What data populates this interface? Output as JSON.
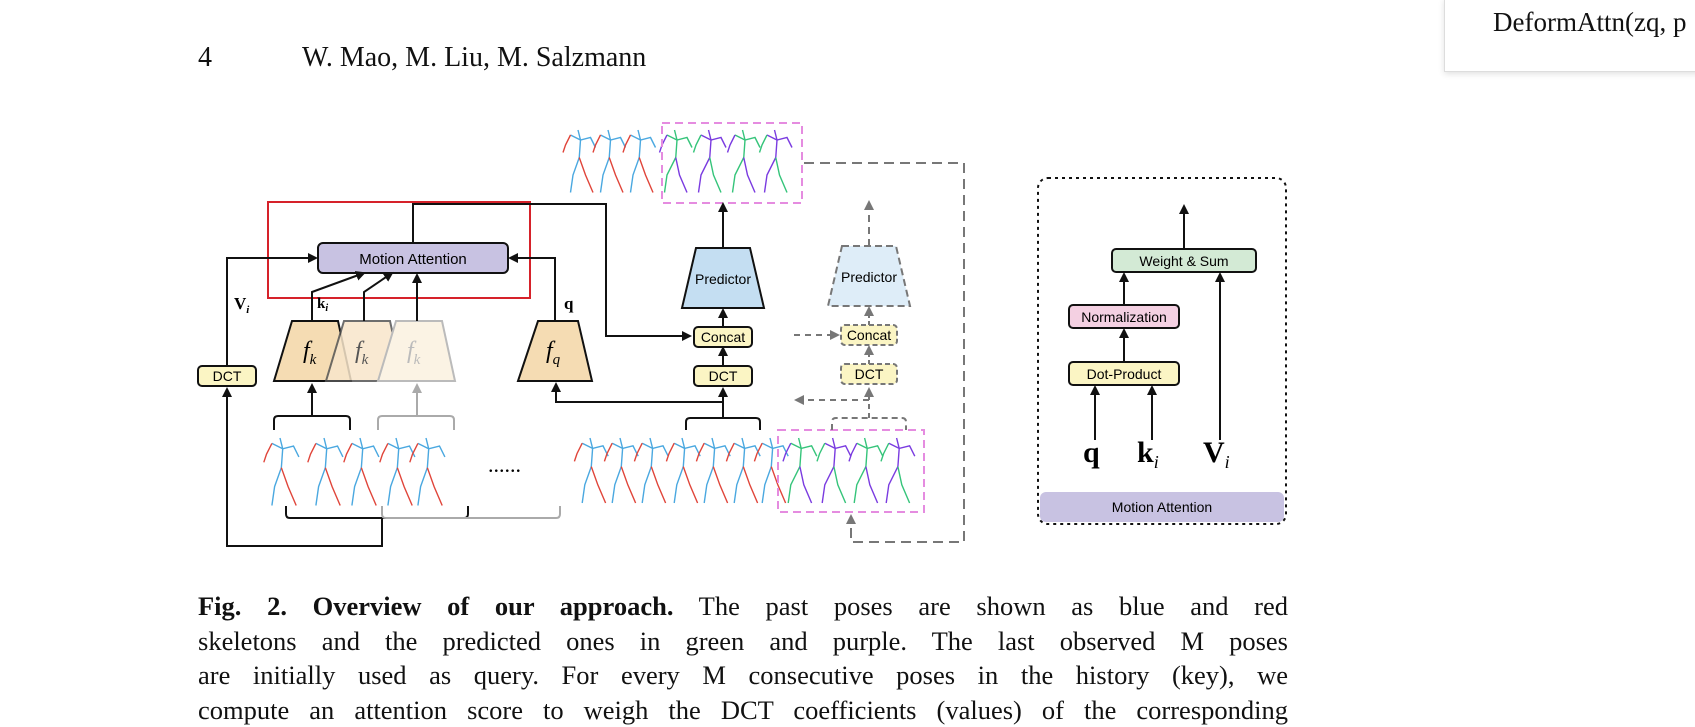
{
  "header": {
    "page_number": "4",
    "authors": "W. Mao, M. Liu, M. Salzmann"
  },
  "popup": {
    "text": "DeformAttn(zq, p"
  },
  "figure": {
    "motion_attention_label": "Motion Attention",
    "predictor_label": "Predictor",
    "predictor_label_2": "Predictor",
    "concat_label": "Concat",
    "concat_label_2": "Concat",
    "dct_label": "DCT",
    "dct_label_2": "DCT",
    "dct_label_3": "DCT",
    "fk_label": "f",
    "fk_sub": "k",
    "fq_label": "f",
    "fq_sub": "q",
    "v_label": "V",
    "v_sub": "i",
    "k_label": "k",
    "k_sub": "i",
    "q_label": "q",
    "ellipsis": "......",
    "detail": {
      "weight_sum": "Weight & Sum",
      "normalization": "Normalization",
      "dot_product": "Dot-Product",
      "q": "q",
      "k": "k",
      "k_sub": "i",
      "v": "V",
      "v_sub": "i",
      "footer": "Motion Attention"
    }
  },
  "caption": {
    "fig_label": "Fig. 2.",
    "title": "Overview of our approach.",
    "line1_rest": "The past poses are shown as blue and red",
    "line2": "skeletons and the predicted ones in green and purple. The last observed M poses",
    "line3": "are initially used as query. For every M consecutive poses in the history (key), we",
    "line4": "compute an attention score to weigh the DCT coefficients (values) of the corresponding"
  },
  "colors": {
    "motion_attention_fill": "#c8c2e2",
    "predictor_fill": "#c4def2",
    "concat_fill": "#fbf5c4",
    "f_fill": "#f5dcb3",
    "normalization_fill": "#f4d0e2",
    "weight_sum_fill": "#d3ead5",
    "highlight_box": "#d6222a",
    "pred_box": "#e58ce0"
  }
}
